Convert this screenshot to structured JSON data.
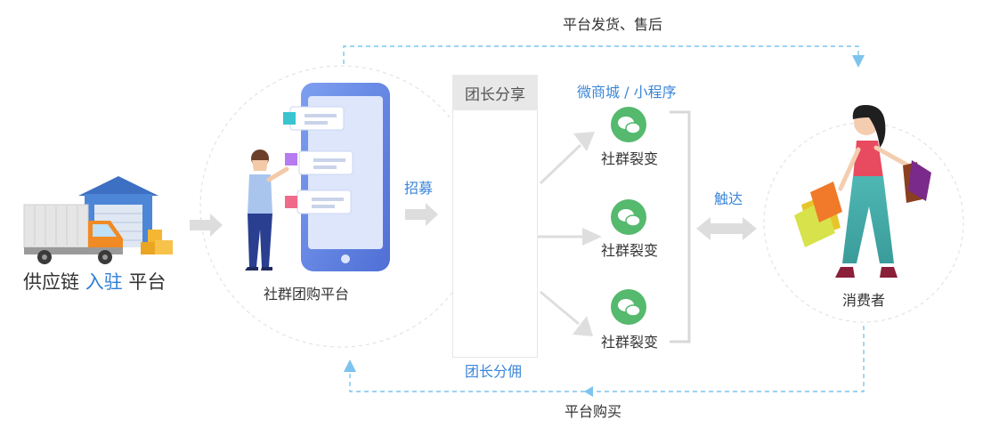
{
  "nodes": {
    "supply_chain": {
      "part1": "供应链",
      "part2": "入驻",
      "part3": "平台"
    },
    "platform": "社群团购平台",
    "leader_share": "团长分享",
    "wechat_mall": "微商城 / 小程序",
    "fission": [
      "社群裂变",
      "社群裂变",
      "社群裂变"
    ],
    "consumer": "消费者"
  },
  "edges": {
    "recruit": "招募",
    "reach": "触达",
    "ship_aftersale": "平台发货、售后",
    "purchase": "平台购买",
    "commission": "团长分佣"
  },
  "colors": {
    "accent_blue": "#3a86d8",
    "wechat_green": "#55b96e",
    "arrow_gray": "#dddddd",
    "dashed_line": "#7cc4ee"
  }
}
